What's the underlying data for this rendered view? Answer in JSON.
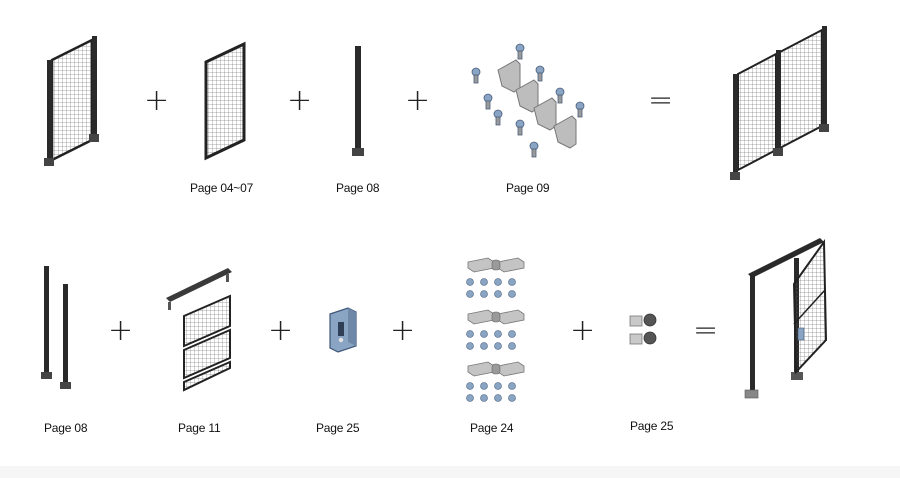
{
  "row1": {
    "operators": {
      "plus": "+",
      "equals": "="
    },
    "items": [
      {
        "id": "start-panel-with-post",
        "label": "",
        "icon": "fence-panel-with-posts-icon"
      },
      {
        "id": "mesh-panel",
        "label": "Page 04~07",
        "icon": "mesh-panel-icon"
      },
      {
        "id": "post",
        "label": "Page 08",
        "icon": "post-icon"
      },
      {
        "id": "brackets",
        "label": "Page 09",
        "icon": "connector-brackets-icon"
      },
      {
        "id": "assembled-fence",
        "label": "",
        "icon": "assembled-fence-icon"
      }
    ]
  },
  "row2": {
    "operators": {
      "plus": "+",
      "equals": "="
    },
    "items": [
      {
        "id": "door-posts",
        "label": "Page 08",
        "icon": "door-posts-icon"
      },
      {
        "id": "sliding-door-kit",
        "label": "Page 11",
        "icon": "door-panel-kit-icon"
      },
      {
        "id": "door-lock",
        "label": "Page 25",
        "icon": "door-lock-icon"
      },
      {
        "id": "hinge-set",
        "label": "Page 24",
        "icon": "hinge-set-icon"
      },
      {
        "id": "door-stop",
        "label": "Page 25",
        "icon": "door-stop-icon"
      },
      {
        "id": "assembled-door",
        "label": "",
        "icon": "assembled-door-icon"
      }
    ]
  }
}
